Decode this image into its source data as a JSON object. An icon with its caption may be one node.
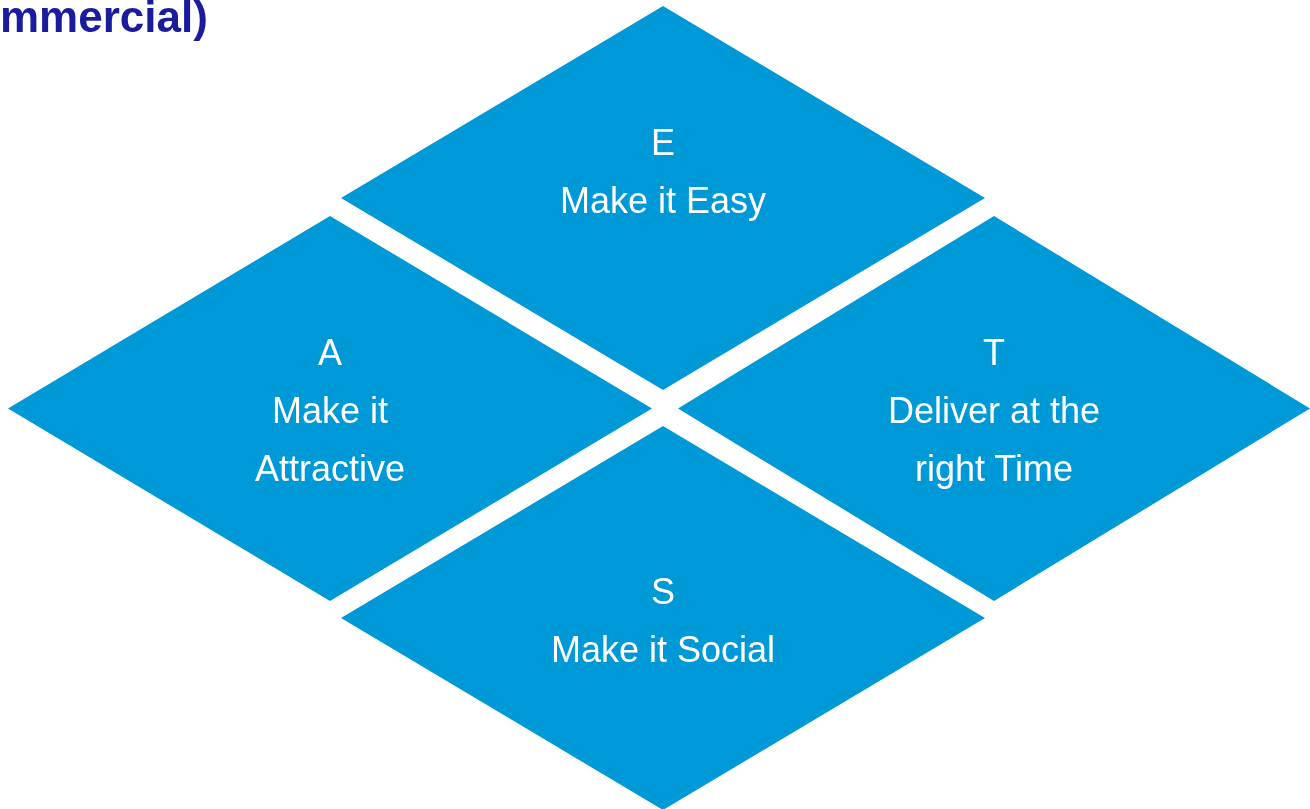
{
  "diagram": {
    "title": "mmercial)",
    "nodes": [
      {
        "text": [
          "E",
          "Make it Easy"
        ]
      },
      {
        "text": [
          "A",
          "Make it Attractive"
        ]
      },
      {
        "text": [
          "T",
          "Deliver at the right Time"
        ]
      },
      {
        "text": [
          "S",
          "Make it Social"
        ]
      }
    ]
  }
}
